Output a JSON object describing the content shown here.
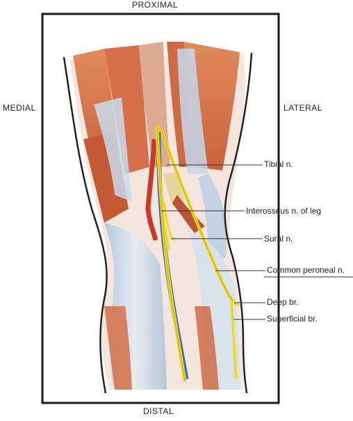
{
  "orientation": {
    "top": "PROXIMAL",
    "bottom": "DISTAL",
    "left": "MEDIAL",
    "right": "LATERAL"
  },
  "labels": [
    {
      "id": "tibial",
      "text": "Tibial n."
    },
    {
      "id": "interosseus",
      "text": "Interosseus n. of leg"
    },
    {
      "id": "sural",
      "text": "Sural n."
    },
    {
      "id": "common-peroneal",
      "text": "Common peroneal n."
    },
    {
      "id": "deep",
      "text": "Deep br."
    },
    {
      "id": "superficial",
      "text": "Superficial br."
    }
  ],
  "colors": {
    "muscle": "#d9734a",
    "muscle_dark": "#a8482a",
    "fascia": "#b8cfe3",
    "tendon": "#e8eef5",
    "nerve": "#f2d81c",
    "vein": "#3a6fc4",
    "artery": "#c93a2a",
    "frame": "#1a1a1a",
    "outline": "#222222"
  }
}
